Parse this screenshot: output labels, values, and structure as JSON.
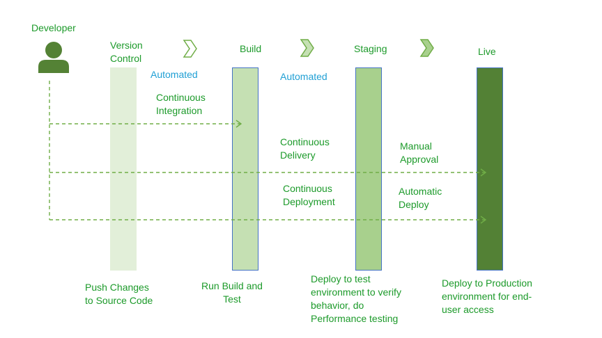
{
  "developer": {
    "label": "Developer"
  },
  "stages": {
    "version_control": {
      "title": "Version\nControl",
      "caption": "Push Changes\nto Source Code",
      "color": "#e2efd9"
    },
    "build": {
      "title": "Build",
      "caption": "Run Build and\nTest",
      "color": "#c5e0b3"
    },
    "staging": {
      "title": "Staging",
      "caption": "Deploy to test\nenvironment to verify\nbehavior, do\nPerformance testing",
      "color": "#a8d08d"
    },
    "live": {
      "title": "Live",
      "caption": "Deploy to Production\nenvironment for end-\nuser access",
      "color": "#538135"
    }
  },
  "automated_labels": [
    "Automated",
    "Automated"
  ],
  "flows": {
    "ci": "Continuous\nIntegration",
    "cd_delivery": "Continuous\nDelivery",
    "cd_deployment": "Continuous\nDeployment",
    "manual": "Manual\nApproval",
    "automatic": "Automatic\nDeploy"
  },
  "colors": {
    "text_green": "#1c9a2a",
    "automated_blue": "#1f9fd4",
    "arrow_green": "#70ad47",
    "icon_green": "#548235",
    "border_blue": "#4472c4"
  }
}
